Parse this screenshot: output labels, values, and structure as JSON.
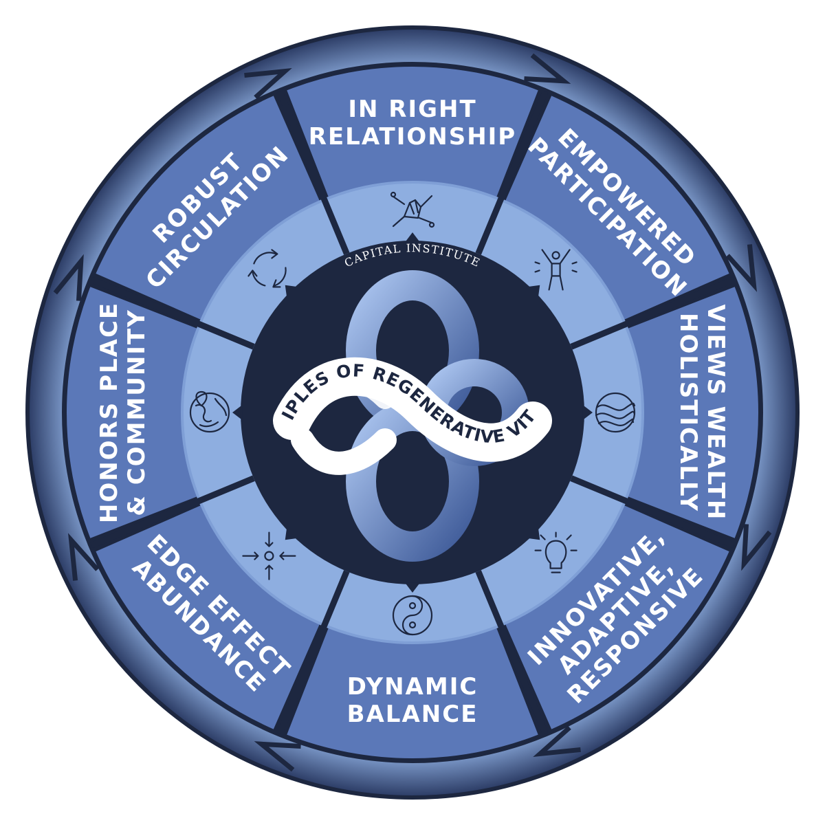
{
  "colors": {
    "outer_ring": "#8eaee0",
    "segment": "#5b78b8",
    "inner_band": "#8eaee0",
    "core": "#1d2740",
    "divider": "#1d2740",
    "ribbon": "#ffffff",
    "text": "#ffffff"
  },
  "center": {
    "brand": "CAPITAL INSTITUTE",
    "ribbon_text": "PRINCIPLES OF REGENERATIVE VITALITY"
  },
  "segments": [
    {
      "lines": [
        "IN RIGHT",
        "RELATIONSHIP"
      ],
      "icon": "hands-network-icon"
    },
    {
      "lines": [
        "EMPOWERED",
        "PARTICIPATION"
      ],
      "icon": "person-celebrating-icon"
    },
    {
      "lines": [
        "VIEWS WEALTH",
        "HOLISTICALLY"
      ],
      "icon": "wave-globe-icon"
    },
    {
      "lines": [
        "INNOVATIVE,",
        "ADAPTIVE,",
        "RESPONSIVE"
      ],
      "icon": "lightbulb-icon"
    },
    {
      "lines": [
        "DYNAMIC",
        "BALANCE"
      ],
      "icon": "yin-yang-icon"
    },
    {
      "lines": [
        "EDGE EFFECT",
        "ABUNDANCE"
      ],
      "icon": "converging-arrows-icon"
    },
    {
      "lines": [
        "HONORS PLACE",
        "& COMMUNITY"
      ],
      "icon": "globe-pin-icon"
    },
    {
      "lines": [
        "ROBUST",
        "CIRCULATION"
      ],
      "icon": "recycle-arrows-icon"
    }
  ]
}
